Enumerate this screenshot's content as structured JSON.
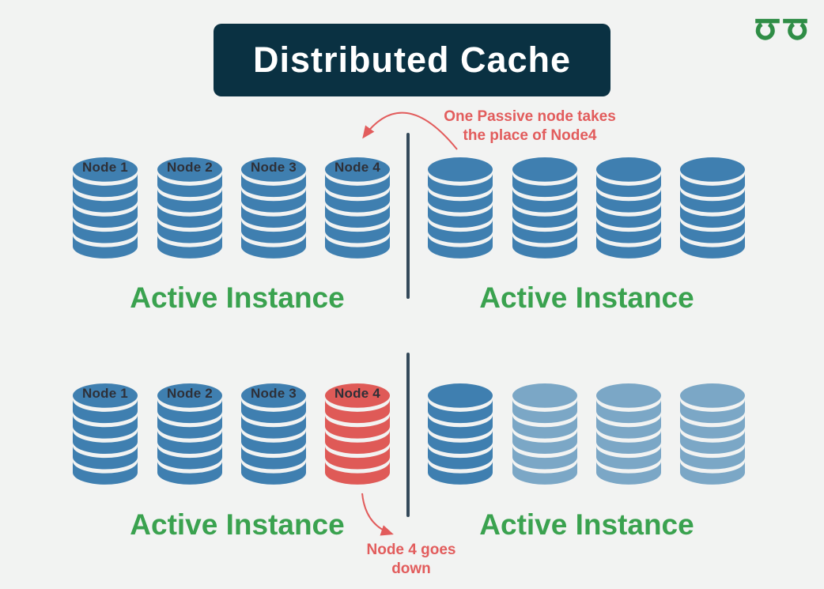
{
  "title": {
    "text": "Distributed Cache"
  },
  "logo": {
    "name": "geeksforgeeks-logo"
  },
  "colors": {
    "background": "#f2f3f2",
    "title_bg": "#0a3142",
    "title_text": "#ffffff",
    "active_node_blue": "#3f7fb0",
    "passive_node_lightblue": "#7ba7c6",
    "failed_node_red": "#df5a57",
    "caption_green": "#3aa24f",
    "annotation_red": "#e25c5c",
    "divider_navy": "#34495a",
    "node_label_text": "#2e3038",
    "logo_green": "#2f8d46"
  },
  "top_section": {
    "annotation": {
      "line1": "One Passive node takes",
      "line2": "the place of Node4"
    },
    "left_group": {
      "caption": "Active Instance",
      "nodes": [
        {
          "label": "Node 1",
          "state": "active"
        },
        {
          "label": "Node 2",
          "state": "active"
        },
        {
          "label": "Node 3",
          "state": "active"
        },
        {
          "label": "Node 4",
          "state": "active"
        }
      ]
    },
    "right_group": {
      "caption": "Active Instance",
      "nodes": [
        {
          "label": "",
          "state": "active"
        },
        {
          "label": "",
          "state": "active"
        },
        {
          "label": "",
          "state": "active"
        },
        {
          "label": "",
          "state": "active"
        }
      ]
    }
  },
  "bottom_section": {
    "annotation": {
      "line1": "Node 4 goes",
      "line2": "down"
    },
    "left_group": {
      "caption": "Active Instance",
      "nodes": [
        {
          "label": "Node 1",
          "state": "active"
        },
        {
          "label": "Node 2",
          "state": "active"
        },
        {
          "label": "Node 3",
          "state": "active"
        },
        {
          "label": "Node 4",
          "state": "failed"
        }
      ]
    },
    "right_group": {
      "caption": "Active Instance",
      "nodes": [
        {
          "label": "",
          "state": "active"
        },
        {
          "label": "",
          "state": "passive"
        },
        {
          "label": "",
          "state": "passive"
        },
        {
          "label": "",
          "state": "passive"
        }
      ]
    }
  }
}
